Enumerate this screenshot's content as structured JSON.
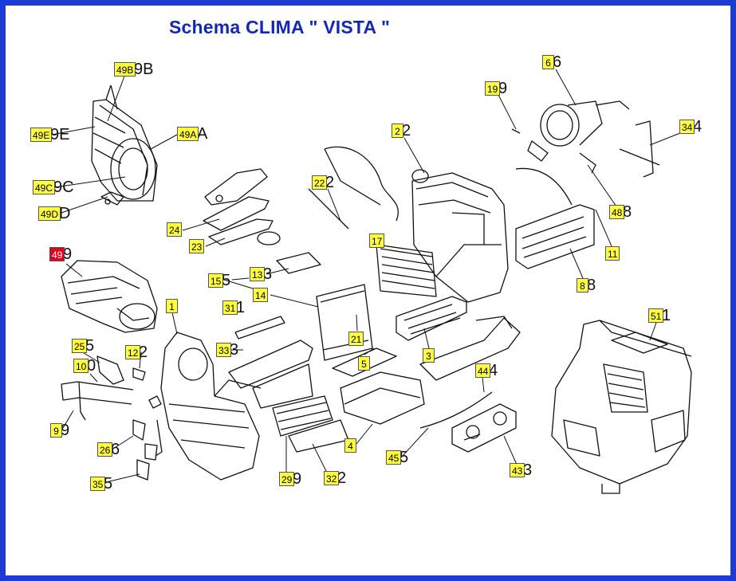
{
  "title": "Schema CLIMA \" VISTA \"",
  "colors": {
    "frame": "#1a3bd6",
    "title": "#1428b4",
    "tag_fill": "#ffff40",
    "tag_selected": "#e4001c"
  },
  "parts": [
    {
      "label": "49B",
      "ghost": "9B"
    },
    {
      "label": "49E",
      "ghost": "9E"
    },
    {
      "label": "49A",
      "ghost": "A"
    },
    {
      "label": "49C",
      "ghost": "9C"
    },
    {
      "label": "49D",
      "ghost": "D"
    },
    {
      "label": "49",
      "ghost": "9",
      "selected": true
    },
    {
      "label": "24",
      "ghost": ""
    },
    {
      "label": "23",
      "ghost": ""
    },
    {
      "label": "22",
      "ghost": "2"
    },
    {
      "label": "17",
      "ghost": ""
    },
    {
      "label": "15",
      "ghost": "5"
    },
    {
      "label": "13",
      "ghost": "3"
    },
    {
      "label": "14",
      "ghost": ""
    },
    {
      "label": "1",
      "ghost": ""
    },
    {
      "label": "31",
      "ghost": "1"
    },
    {
      "label": "33",
      "ghost": "3"
    },
    {
      "label": "21",
      "ghost": ""
    },
    {
      "label": "5",
      "ghost": ""
    },
    {
      "label": "3",
      "ghost": ""
    },
    {
      "label": "2",
      "ghost": "2"
    },
    {
      "label": "6",
      "ghost": "6"
    },
    {
      "label": "19",
      "ghost": "9"
    },
    {
      "label": "34",
      "ghost": "4"
    },
    {
      "label": "48",
      "ghost": "8"
    },
    {
      "label": "11",
      "ghost": ""
    },
    {
      "label": "8",
      "ghost": "8"
    },
    {
      "label": "51",
      "ghost": "1"
    },
    {
      "label": "25",
      "ghost": "5"
    },
    {
      "label": "10",
      "ghost": "0"
    },
    {
      "label": "12",
      "ghost": "2"
    },
    {
      "label": "9",
      "ghost": "9"
    },
    {
      "label": "26",
      "ghost": "6"
    },
    {
      "label": "35",
      "ghost": "5"
    },
    {
      "label": "29",
      "ghost": "9"
    },
    {
      "label": "32",
      "ghost": "2"
    },
    {
      "label": "4",
      "ghost": ""
    },
    {
      "label": "45",
      "ghost": "5"
    },
    {
      "label": "43",
      "ghost": "3"
    },
    {
      "label": "44",
      "ghost": "4"
    }
  ]
}
